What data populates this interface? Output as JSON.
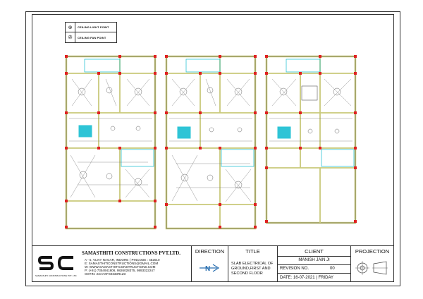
{
  "legend": {
    "items": [
      {
        "label": "CEILING LIGHT POINT",
        "icon": "ceiling-light-icon"
      },
      {
        "label": "CEILING FAN POINT",
        "icon": "ceiling-fan-icon"
      }
    ]
  },
  "title_block": {
    "company": {
      "name": "SAMASTHITI CONSTRUCTIONS PVT.LTD.",
      "address": "A - 5, VIJAY NAGAR, INDORE ( PINCODE : 452010",
      "email": "E: SAMASTHITICONSTRUCTIONS@GMAIL.COM",
      "web": "W: WWW.SAMASTHITICONSTRUCTIONS.COM",
      "phone": "P: (+91) 7354941806, 9826028375, 9893322247",
      "gstin": "GSTIN: 23AAXFS0333R1Z3",
      "logo_letters": "SC",
      "logo_sub": "SAMASTHITI CONSTRUCTIONS PVT. LTD."
    },
    "direction": {
      "label": "DIRECTION",
      "north": "N"
    },
    "title": {
      "label": "TITLE",
      "text_lines": [
        "SLAB ELECTRICAL OF",
        "GROUND,FIRST AND",
        "SECOND FLOOR"
      ]
    },
    "client": {
      "label": "CLIENT",
      "name": "MANISH JAIN JI",
      "revision_label": "REVISION NO.",
      "revision_value": "00",
      "date_text": "DATE: 16-07-2021 | FRIDAY"
    },
    "projection": {
      "label": "PROJECTION"
    }
  },
  "colors": {
    "wall": "#c9c97a",
    "column": "#e02020",
    "stair": "#2ec4d6",
    "wire": "#555555",
    "frame": "#333333"
  }
}
